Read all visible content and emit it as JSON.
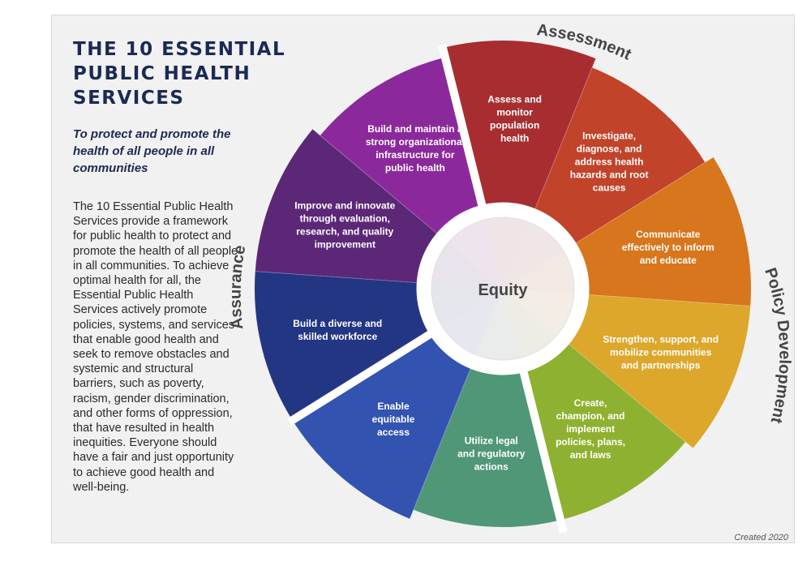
{
  "title": "THE 10 ESSENTIAL PUBLIC HEALTH SERVICES",
  "subtitle": "To protect and promote the health of all people in all communities",
  "description": "The 10 Essential Public Health Services provide a framework for public health to protect and promote the health of all people in all communities. To achieve optimal health for all, the Essential Public Health Services actively promote policies, systems, and services that enable good health and seek to remove obstacles and systemic and structural barriers, such as poverty, racism, gender discrimination, and other forms of oppression, that have resulted in health inequities. Everyone should have a fair and just opportunity to achieve good health and well-being.",
  "footer": "Created 2020",
  "center_label": "Equity",
  "groups": {
    "assessment": "Assessment",
    "policy": "Policy Development",
    "assurance": "Assurance"
  },
  "services": [
    {
      "lines": [
        "Assess and",
        "monitor",
        "population",
        "health"
      ],
      "color": "#a72d31"
    },
    {
      "lines": [
        "Investigate,",
        "diagnose, and",
        "address health",
        "hazards and root",
        "causes"
      ],
      "color": "#c0432a"
    },
    {
      "lines": [
        "Communicate",
        "effectively to inform",
        "and educate"
      ],
      "color": "#d7761d"
    },
    {
      "lines": [
        "Strengthen, support, and",
        "mobilize communities",
        "and partnerships"
      ],
      "color": "#dca72a"
    },
    {
      "lines": [
        "Create,",
        "champion, and",
        "implement",
        "policies, plans,",
        "and laws"
      ],
      "color": "#8fb131"
    },
    {
      "lines": [
        "Utilize legal",
        "and regulatory",
        "actions"
      ],
      "color": "#4f9777"
    },
    {
      "lines": [
        "Enable",
        "equitable",
        "access"
      ],
      "color": "#3353b1"
    },
    {
      "lines": [
        "Build a diverse and",
        "skilled workforce"
      ],
      "color": "#223683"
    },
    {
      "lines": [
        "Improve and innovate",
        "through evaluation,",
        "research, and quality",
        "improvement"
      ],
      "color": "#5c2777"
    },
    {
      "lines": [
        "Build and maintain a",
        "strong organizational",
        "infrastructure for",
        "public health"
      ],
      "color": "#8b299c"
    }
  ]
}
